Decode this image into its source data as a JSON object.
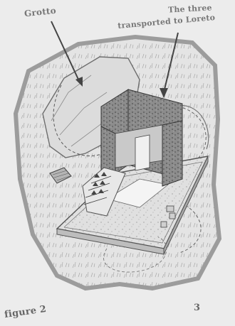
{
  "labels": {
    "grotto": "Grotto",
    "three_line1": "The three",
    "three_line2": "transported to Loreto",
    "figure": "figure 2",
    "page_number": "3"
  }
}
